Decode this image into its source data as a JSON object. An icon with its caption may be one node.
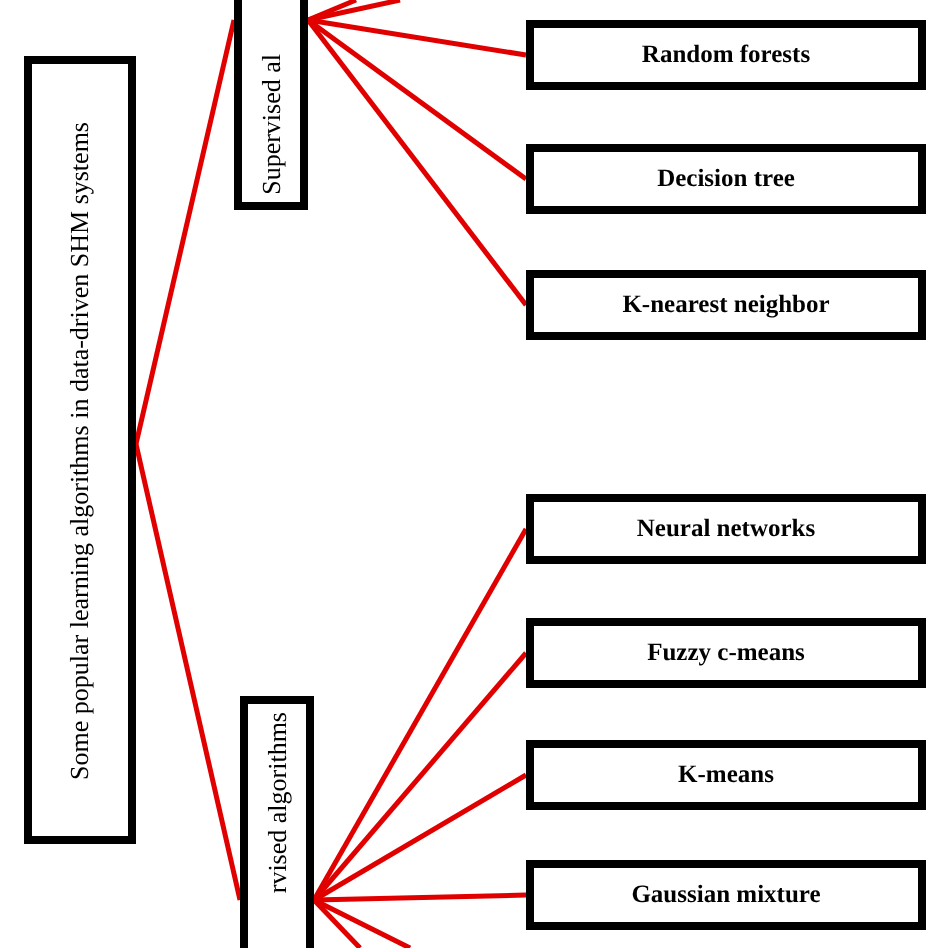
{
  "diagram": {
    "nodes": [
      {
        "text": [
          "Some popular learning algorithms in data-driven SHM systems"
        ]
      },
      {
        "text": [
          "Supervised al"
        ]
      },
      {
        "text": [
          "Random forests"
        ]
      },
      {
        "text": [
          "Decision tree"
        ]
      },
      {
        "text": [
          "K-nearest neighbor"
        ]
      },
      {
        "text": [
          "rvised algorithms"
        ]
      },
      {
        "text": [
          "Neural networks"
        ]
      },
      {
        "text": [
          "Fuzzy c-means"
        ]
      },
      {
        "text": [
          "K-means"
        ]
      },
      {
        "text": [
          "Gaussian mixture"
        ]
      }
    ],
    "edges": [
      {
        "from": 0,
        "to": 1,
        "arrow": "none"
      },
      {
        "from": 1,
        "to": null,
        "arrow": "none"
      },
      {
        "from": 1,
        "to": null,
        "arrow": "none"
      },
      {
        "from": 1,
        "to": 2,
        "arrow": "none"
      },
      {
        "from": 1,
        "to": 3,
        "arrow": "none"
      },
      {
        "from": 1,
        "to": 4,
        "arrow": "none"
      },
      {
        "from": 0,
        "to": 5,
        "arrow": "none"
      },
      {
        "from": 5,
        "to": 6,
        "arrow": "none"
      },
      {
        "from": 5,
        "to": 7,
        "arrow": "none"
      },
      {
        "from": 5,
        "to": 8,
        "arrow": "none"
      },
      {
        "from": 5,
        "to": 9,
        "arrow": "none"
      },
      {
        "from": 5,
        "to": null,
        "arrow": "none"
      },
      {
        "from": 5,
        "to": null,
        "arrow": "none"
      }
    ]
  }
}
